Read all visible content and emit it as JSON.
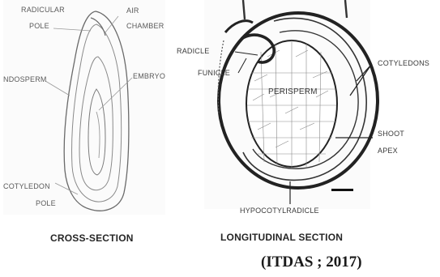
{
  "cross_section": {
    "labels": {
      "radicular_pole_1": "RADICULAR",
      "radicular_pole_2": "POLE",
      "air_chamber_1": "AIR",
      "air_chamber_2": "CHAMBER",
      "endosperm": "NDOSPERM",
      "embryo": "EMBRYO",
      "cotyledon_pole_1": "COTYLEDON",
      "cotyledon_pole_2": "POLE"
    },
    "caption": "CROSS-SECTION"
  },
  "longitudinal_section": {
    "labels": {
      "radicle": "RADICLE",
      "funicle": "FUNICLE",
      "perisperm": "PERISPERM",
      "cotyledons": "COTYLEDONS",
      "shoot_apex_1": "SHOOT",
      "shoot_apex_2": "APEX",
      "hypocotyl_radicle": "HYPOCOTYLRADICLE"
    },
    "caption": "LONGITUDINAL SECTION"
  },
  "citation": "(ITDAS ; 2017)",
  "colors": {
    "ink": "#2b2b2b",
    "label": "#5a5a5a",
    "panel_bg": "#fbfbfb"
  }
}
